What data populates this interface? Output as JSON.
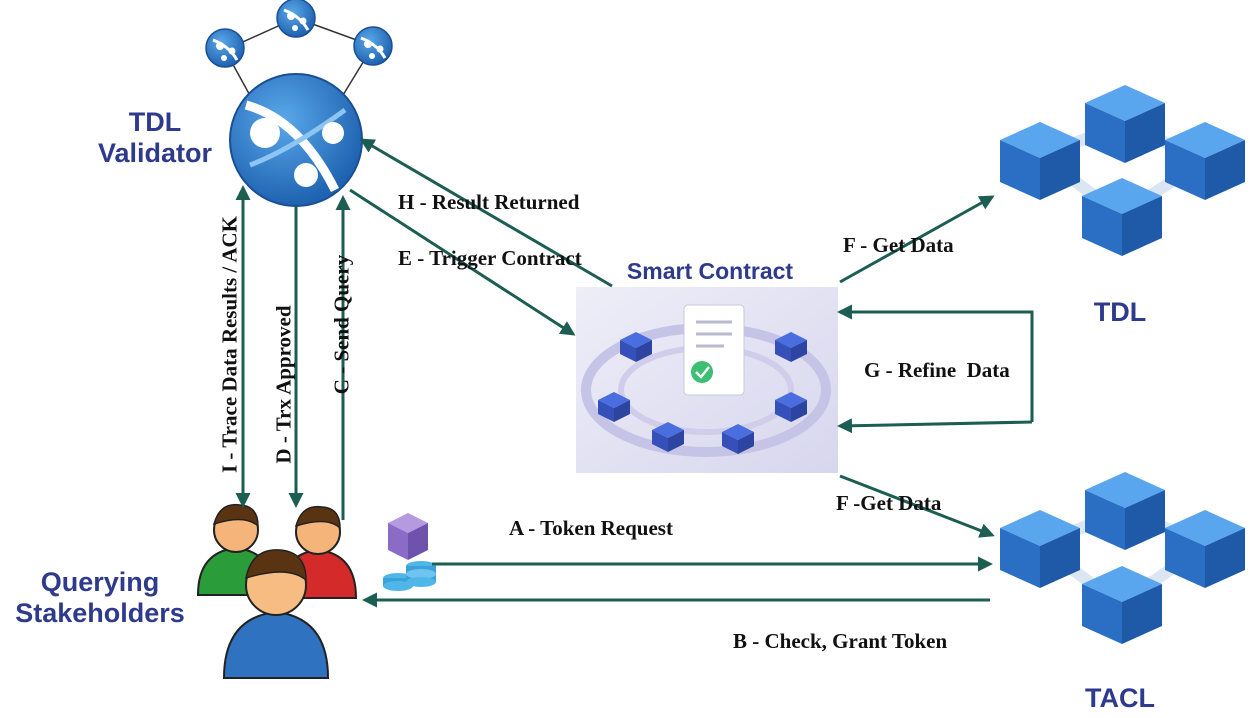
{
  "nodes": {
    "tdl_validator": "TDL\nValidator",
    "smart_contract": "Smart Contract",
    "tdl": "TDL",
    "tacl": "TACL",
    "querying_stakeholders": "Querying\nStakeholders"
  },
  "flows": {
    "a": "A - Token Request",
    "b": "B - Check, Grant Token",
    "c": "C - Send Query",
    "d": "D - Trx Approved",
    "e": "E - Trigger Contract",
    "f_tdl": "F - Get Data",
    "f_tacl": "F -Get Data",
    "g": "G - Refine  Data",
    "h": "H - Result Returned",
    "i": "I - Trace Data Results / ACK"
  },
  "colors": {
    "arrow": "#1d5e52",
    "title": "#2e3a8c",
    "cube": "#2f7fd6",
    "globe": "#2a78c8"
  }
}
